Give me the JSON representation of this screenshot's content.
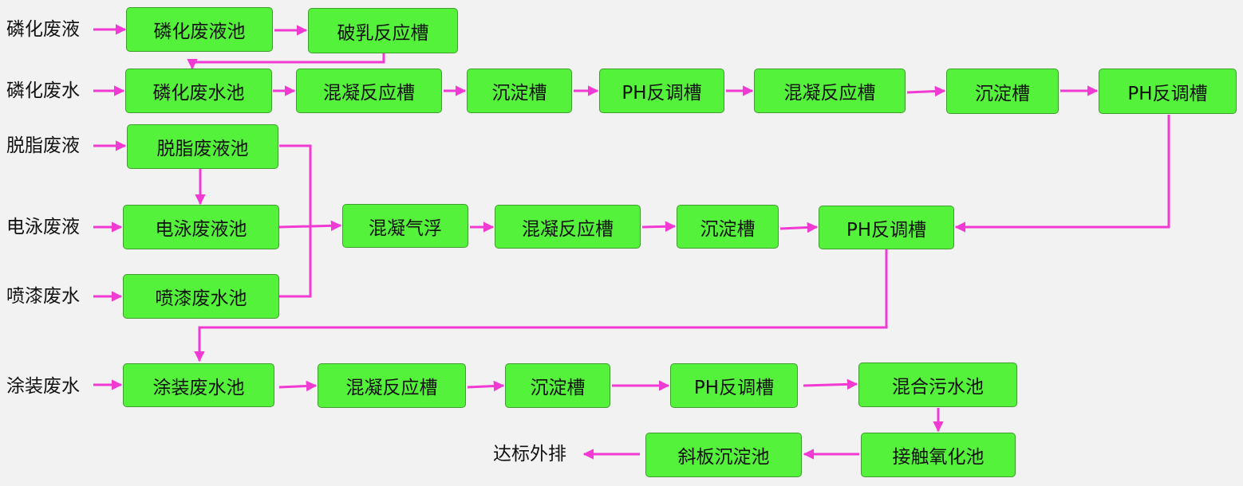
{
  "sources": {
    "phos_liquid": "磷化废液",
    "phos_water": "磷化废水",
    "degrease_liquid": "脱脂废液",
    "electro_liquid": "电泳废液",
    "paint_water": "喷漆废水",
    "coating_water": "涂装废水",
    "discharge": "达标外排"
  },
  "boxes": {
    "phos_liquid_pool": "磷化废液池",
    "demulsify_tank": "破乳反应槽",
    "phos_water_pool": "磷化废水池",
    "row2_coag1": "混凝反应槽",
    "row2_settle1": "沉淀槽",
    "row2_ph1": "PH反调槽",
    "row2_coag2": "混凝反应槽",
    "row2_settle2": "沉淀槽",
    "row2_ph2": "PH反调槽",
    "degrease_pool": "脱脂废液池",
    "electro_pool": "电泳废液池",
    "paint_pool": "喷漆废水池",
    "float_tank": "混凝气浮",
    "row4_coag": "混凝反应槽",
    "row4_settle": "沉淀槽",
    "row4_ph": "PH反调槽",
    "coating_pool": "涂装废水池",
    "row6_coag": "混凝反应槽",
    "row6_settle": "沉淀槽",
    "row6_ph": "PH反调槽",
    "mixed_pool": "混合污水池",
    "contact_oxidation": "接触氧化池",
    "inclined_settle": "斜板沉淀池"
  },
  "colors": {
    "box_fill": "#55f23b",
    "box_border": "#3e9e2c",
    "arrow": "#f03ad3",
    "background": "#f2f2f2"
  }
}
